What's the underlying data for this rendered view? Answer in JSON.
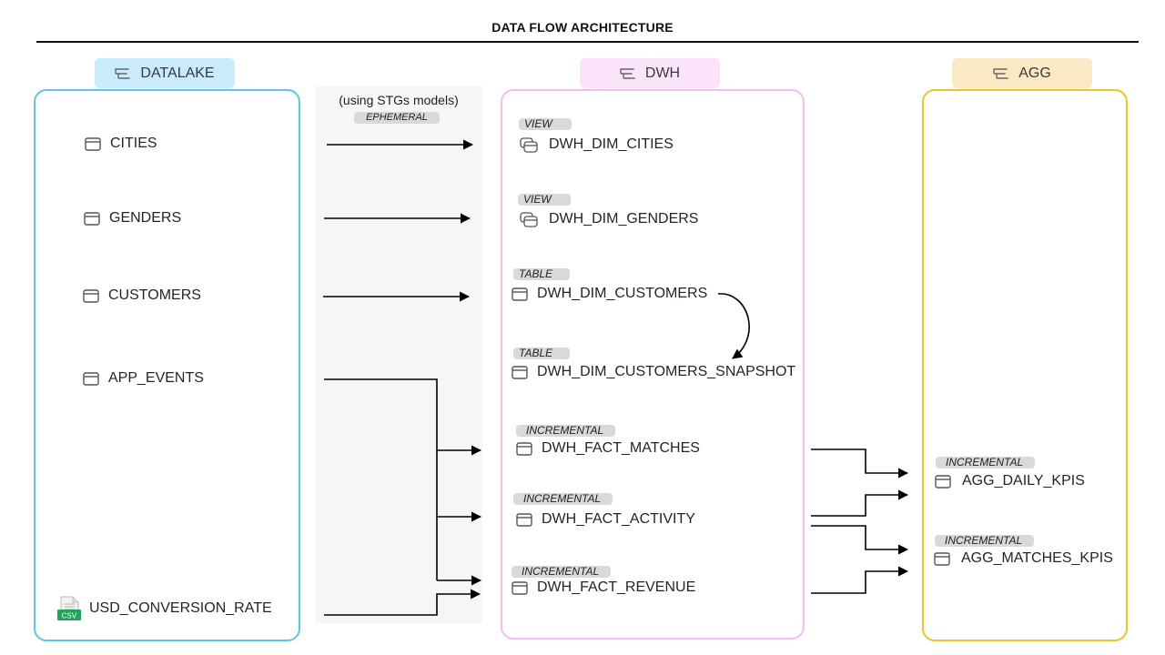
{
  "title": "DATA FLOW ARCHITECTURE",
  "staging": {
    "caption": "(using STGs models)",
    "materialization": "EPHEMERAL"
  },
  "zones": {
    "datalake": {
      "label": "DATALAKE",
      "color": "#5ec4ea",
      "header_bg": "#c9ebfb",
      "header_text": "#2e3b47"
    },
    "dwh": {
      "label": "DWH",
      "color": "#f4bdf1",
      "header_bg": "#fbe3fa",
      "header_text": "#3a3a3a"
    },
    "agg": {
      "label": "AGG",
      "color": "#eec233",
      "header_bg": "#fbe8c5",
      "header_text": "#3a3a3a"
    }
  },
  "datalake": {
    "sources": [
      {
        "name": "CITIES",
        "icon": "table-icon"
      },
      {
        "name": "GENDERS",
        "icon": "table-icon"
      },
      {
        "name": "CUSTOMERS",
        "icon": "table-icon"
      },
      {
        "name": "APP_EVENTS",
        "icon": "table-icon"
      },
      {
        "name": "USD_CONVERSION_RATE",
        "icon": "csv-file-icon",
        "file_badge": "CSV"
      }
    ]
  },
  "dwh": {
    "models": [
      {
        "name": "DWH_DIM_CITIES",
        "materialization": "VIEW",
        "icon": "view-icon"
      },
      {
        "name": "DWH_DIM_GENDERS",
        "materialization": "VIEW",
        "icon": "view-icon"
      },
      {
        "name": "DWH_DIM_CUSTOMERS",
        "materialization": "TABLE",
        "icon": "table-icon"
      },
      {
        "name": "DWH_DIM_CUSTOMERS_SNAPSHOT",
        "materialization": "TABLE",
        "icon": "table-icon"
      },
      {
        "name": "DWH_FACT_MATCHES",
        "materialization": "INCREMENTAL",
        "icon": "table-icon"
      },
      {
        "name": "DWH_FACT_ACTIVITY",
        "materialization": "INCREMENTAL",
        "icon": "table-icon"
      },
      {
        "name": "DWH_FACT_REVENUE",
        "materialization": "INCREMENTAL",
        "icon": "table-icon"
      }
    ]
  },
  "agg": {
    "models": [
      {
        "name": "AGG_DAILY_KPIS",
        "materialization": "INCREMENTAL",
        "icon": "table-icon"
      },
      {
        "name": "AGG_MATCHES_KPIS",
        "materialization": "INCREMENTAL",
        "icon": "table-icon"
      }
    ]
  },
  "flows": [
    {
      "from": "CITIES",
      "to": "DWH_DIM_CITIES"
    },
    {
      "from": "GENDERS",
      "to": "DWH_DIM_GENDERS"
    },
    {
      "from": "CUSTOMERS",
      "to": "DWH_DIM_CUSTOMERS"
    },
    {
      "from": "DWH_DIM_CUSTOMERS",
      "to": "DWH_DIM_CUSTOMERS_SNAPSHOT"
    },
    {
      "from": "APP_EVENTS",
      "to": "DWH_FACT_MATCHES"
    },
    {
      "from": "APP_EVENTS",
      "to": "DWH_FACT_ACTIVITY"
    },
    {
      "from": "APP_EVENTS",
      "to": "DWH_FACT_REVENUE"
    },
    {
      "from": "USD_CONVERSION_RATE",
      "to": "DWH_FACT_REVENUE"
    },
    {
      "from": "DWH_FACT_MATCHES",
      "to": "AGG_DAILY_KPIS"
    },
    {
      "from": "DWH_FACT_ACTIVITY",
      "to": "AGG_DAILY_KPIS"
    },
    {
      "from": "DWH_FACT_ACTIVITY",
      "to": "AGG_MATCHES_KPIS"
    },
    {
      "from": "DWH_FACT_REVENUE",
      "to": "AGG_MATCHES_KPIS"
    }
  ]
}
